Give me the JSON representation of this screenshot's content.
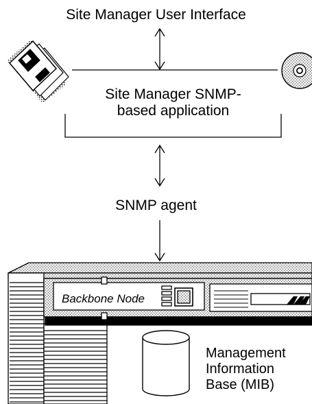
{
  "diagram": {
    "user_interface_label": "Site Manager User Interface",
    "application_label_line1": "Site Manager SNMP-",
    "application_label_line2": "based application",
    "agent_label": "SNMP agent",
    "node_label": "Backbone Node",
    "mib_label_lines": [
      "Management",
      "Information",
      "Base (MIB)"
    ],
    "icons": [
      "floppy-disks-icon",
      "cd-disc-icon",
      "backbone-node-chassis-icon",
      "mib-database-cylinder-icon",
      "vendor-logo-icon"
    ]
  }
}
